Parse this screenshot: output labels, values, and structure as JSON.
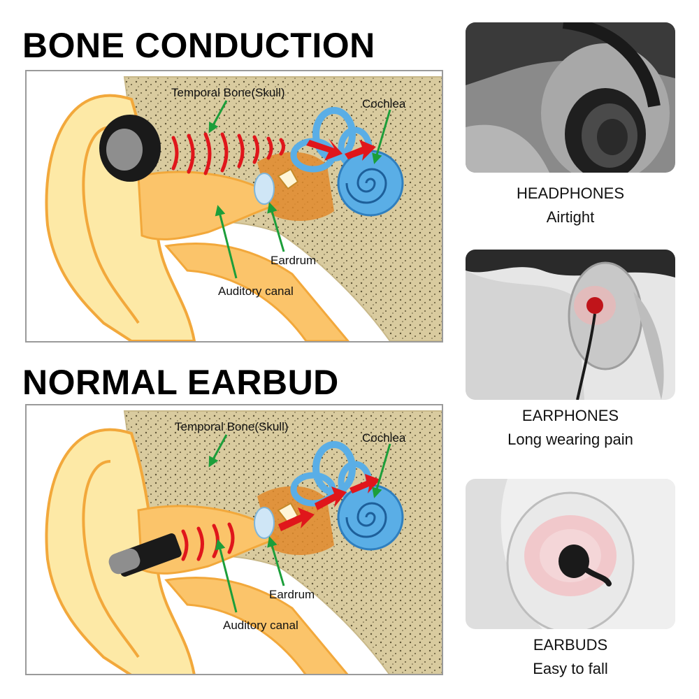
{
  "sections": [
    {
      "title": "BONE CONDUCTION",
      "labels": {
        "temporal_bone": "Temporal Bone(Skull)",
        "cochlea": "Cochlea",
        "eardrum": "Eardrum",
        "auditory_canal": "Auditory canal"
      }
    },
    {
      "title": "NORMAL EARBUD",
      "labels": {
        "temporal_bone": "Temporal Bone(Skull)",
        "cochlea": "Cochlea",
        "eardrum": "Eardrum",
        "auditory_canal": "Auditory canal"
      }
    }
  ],
  "comparisons": [
    {
      "name": "HEADPHONES",
      "note": "Airtight",
      "icon": "headphones-photo"
    },
    {
      "name": "EARPHONES",
      "note": "Long wearing pain",
      "icon": "earphones-photo"
    },
    {
      "name": "EARBUDS",
      "note": "Easy to fall",
      "icon": "earbuds-photo"
    }
  ],
  "colors": {
    "bone": "#d7c99e",
    "skin": "#fde9a6",
    "skin_outline": "#f2a83b",
    "canal": "#fbc46a",
    "cochlea": "#5aaee6",
    "arrow_red": "#e0161b",
    "pointer_green": "#1c9e3a",
    "frame": "#9a9a9a"
  }
}
